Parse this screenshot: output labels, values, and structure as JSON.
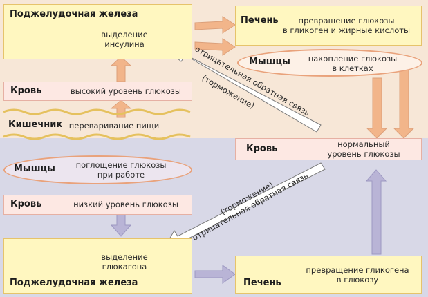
{
  "pancreas_top": {
    "title": "Поджелудочная железа",
    "line1": "выделение",
    "line2": "инсулина"
  },
  "liver_top": {
    "title": "Печень",
    "line1": "превращение глюкозы",
    "line2": "в гликоген и жирные кислоты"
  },
  "muscles_top": {
    "title": "Мышцы",
    "line1": "накопление глюкозы",
    "line2": "в клетках"
  },
  "blood_high": {
    "title": "Кровь",
    "text": "высокий уровень глюкозы"
  },
  "intestine": {
    "title": "Кишечник",
    "text": "переваривание пищи"
  },
  "blood_normal": {
    "title": "Кровь",
    "line1": "нормальный",
    "line2": "уровень глюкозы"
  },
  "muscles_bottom": {
    "title": "Мышцы",
    "line1": "поглощение глюкозы",
    "line2": "при работе"
  },
  "blood_low": {
    "title": "Кровь",
    "text": "низкий уровень глюкозы"
  },
  "pancreas_bottom": {
    "title": "Поджелудочная железа",
    "line1": "выделение",
    "line2": "глюкагона"
  },
  "liver_bottom": {
    "title": "Печень",
    "line1": "превращение гликогена",
    "line2": "в глюкозу"
  },
  "feedback_top": {
    "line1": "отрицательная обратная связь",
    "line2": "(торможение)"
  },
  "feedback_bottom": {
    "line1": "(торможение)",
    "line2": "отрицательная обратная связь"
  },
  "colors": {
    "top_background": "#f7e7d7",
    "bottom_background": "#d8d8e7",
    "yellow_box": "#fff7c0",
    "pink_box": "#fde8e3",
    "orange_arrow": "#f2b58a",
    "purple_arrow": "#b9b4d6"
  }
}
